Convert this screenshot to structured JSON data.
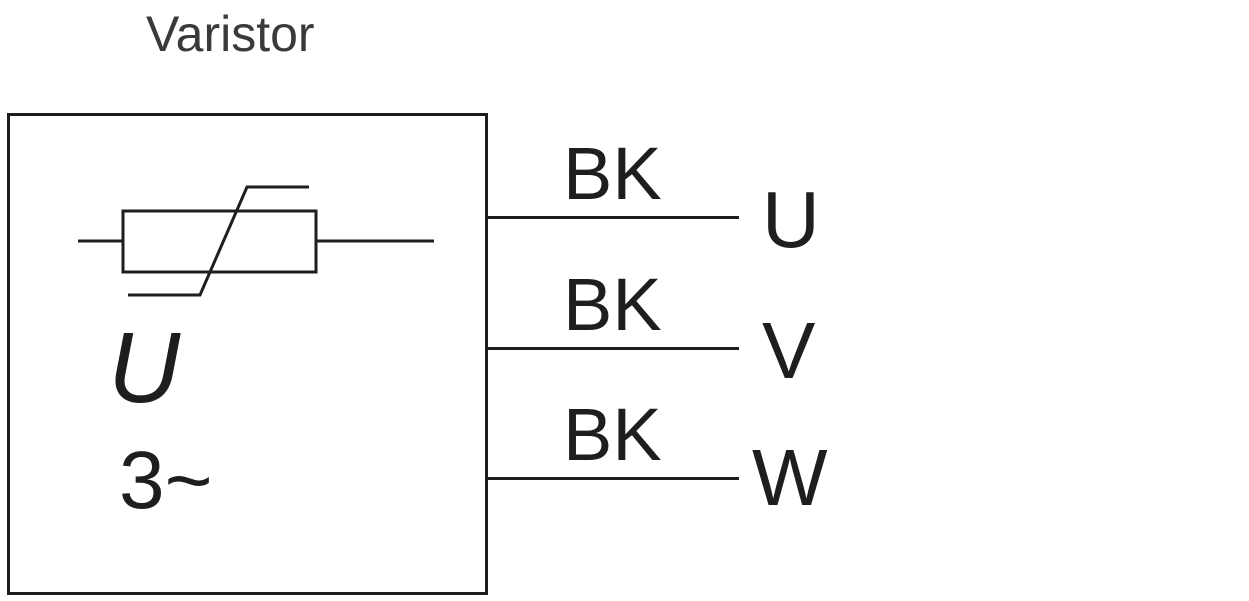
{
  "title": "Varistor",
  "motor": {
    "symbol": "U",
    "phase_label": "3~"
  },
  "wires": [
    {
      "color_label": "BK",
      "terminal": "U"
    },
    {
      "color_label": "BK",
      "terminal": "V"
    },
    {
      "color_label": "BK",
      "terminal": "W"
    }
  ],
  "icons": {
    "varistor": "varistor-symbol-icon"
  }
}
